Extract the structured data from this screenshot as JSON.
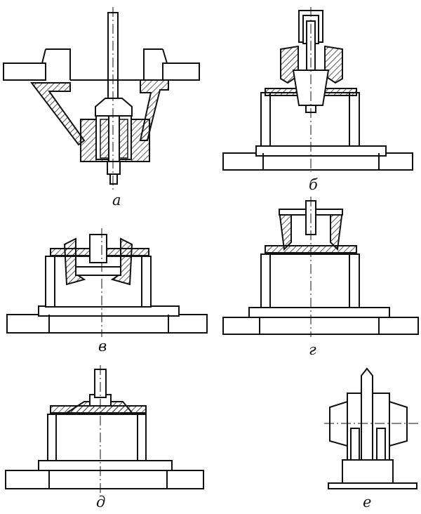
{
  "figure": {
    "panels": [
      {
        "id": "a",
        "label": "а"
      },
      {
        "id": "b",
        "label": "б"
      },
      {
        "id": "v",
        "label": "в"
      },
      {
        "id": "g",
        "label": "г"
      },
      {
        "id": "d",
        "label": "д"
      },
      {
        "id": "e",
        "label": "е"
      }
    ]
  },
  "colors": {
    "line": "#111111",
    "hatch": "#111111",
    "background": "#ffffff"
  }
}
